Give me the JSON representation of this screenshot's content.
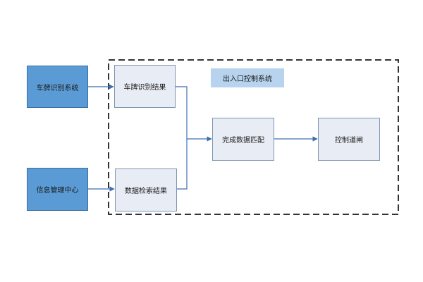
{
  "diagram": {
    "sources": {
      "plate_system": "车牌识别系统",
      "info_center": "信息管理中心"
    },
    "container": {
      "title": "出入口控制系统"
    },
    "nodes": {
      "plate_result": "车牌识别结果",
      "data_search_result": "数据检索结果",
      "data_match": "完成数据匹配",
      "gate_control": "控制道闸"
    },
    "colors": {
      "source_fill": "#5b9bd5",
      "process_fill": "#e8ecf4",
      "title_fill": "#b7d3ee",
      "arrow": "#3d6fb0",
      "dashed_border": "#333333"
    }
  }
}
